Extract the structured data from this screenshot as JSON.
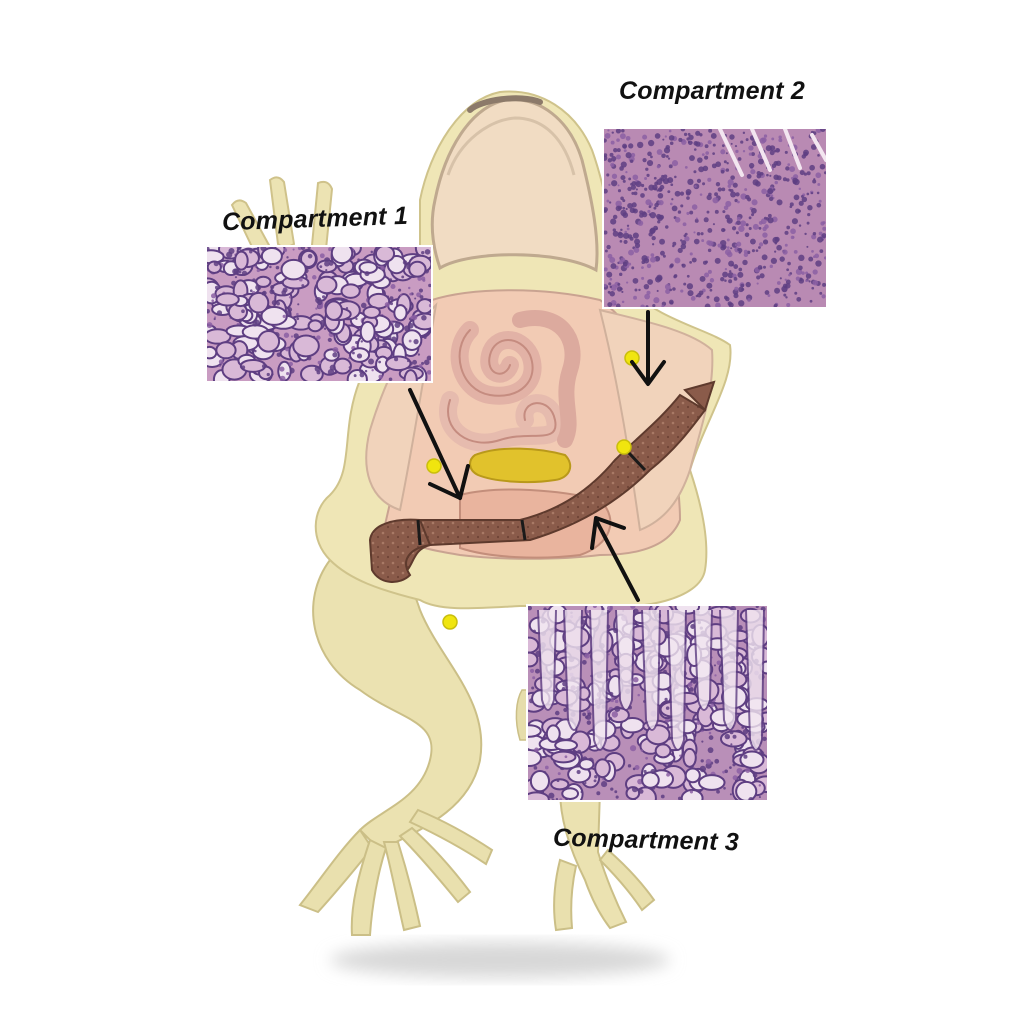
{
  "labels": {
    "compartment_1": "Compartment 1",
    "compartment_2": "Compartment 2",
    "compartment_3": "Compartment 3"
  },
  "colors": {
    "frog_skin": "#eee5b5",
    "body_cavity": "#f3cdb7",
    "intestine_coil": "#e6b7ab",
    "gut_tube": "#8a5b4a",
    "fat_body": "#e1c22c",
    "pin": "#f0e50f",
    "histology_pink": "#c69ac0",
    "histology_purple": "#5e3e82",
    "arrow": "#111111"
  },
  "icons": [
    "tissue-section-1",
    "tissue-section-2",
    "tissue-section-3",
    "pointer-arrow"
  ]
}
